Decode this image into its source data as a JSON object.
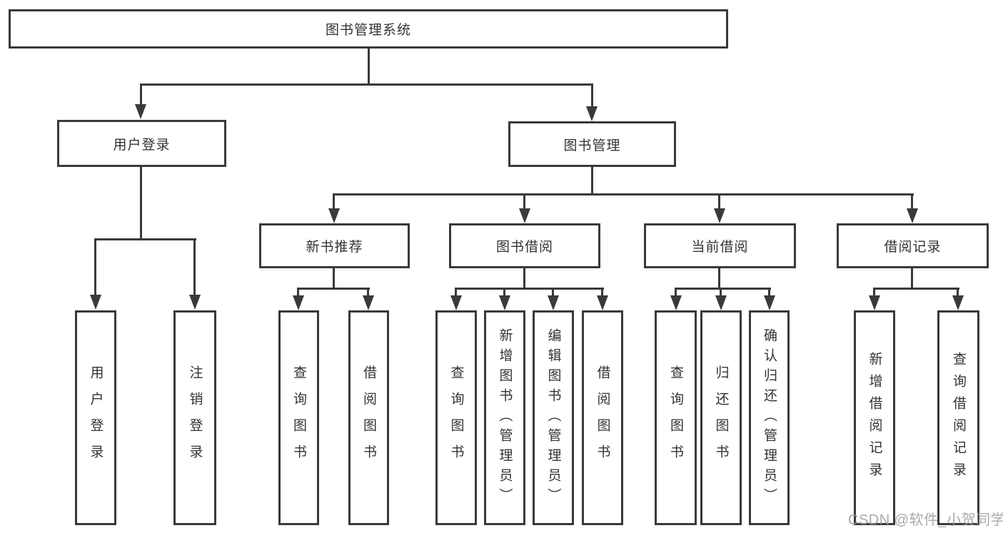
{
  "diagram": {
    "root": {
      "label": "图书管理系统",
      "children": [
        {
          "label": "用户登录",
          "children": [
            {
              "label": "用户登录"
            },
            {
              "label": "注销登录"
            }
          ]
        },
        {
          "label": "图书管理",
          "children": [
            {
              "label": "新书推荐",
              "children": [
                {
                  "label": "查询图书"
                },
                {
                  "label": "借阅图书"
                }
              ]
            },
            {
              "label": "图书借阅",
              "children": [
                {
                  "label": "查询图书"
                },
                {
                  "label": "新增图书（管理员）"
                },
                {
                  "label": "编辑图书（管理员）"
                },
                {
                  "label": "借阅图书"
                }
              ]
            },
            {
              "label": "当前借阅",
              "children": [
                {
                  "label": "查询图书"
                },
                {
                  "label": "归还图书"
                },
                {
                  "label": "确认归还（管理员）"
                }
              ]
            },
            {
              "label": "借阅记录",
              "children": [
                {
                  "label": "新增借阅记录"
                },
                {
                  "label": "查询借阅记录"
                }
              ]
            }
          ]
        }
      ]
    }
  },
  "watermark": {
    "text": "CSDN @软件_小贺同学"
  },
  "colors": {
    "line": "#3a3a3a",
    "box_border": "#3a3a3a",
    "text": "#333333",
    "watermark": "#9b9b9b",
    "background": "#ffffff"
  }
}
